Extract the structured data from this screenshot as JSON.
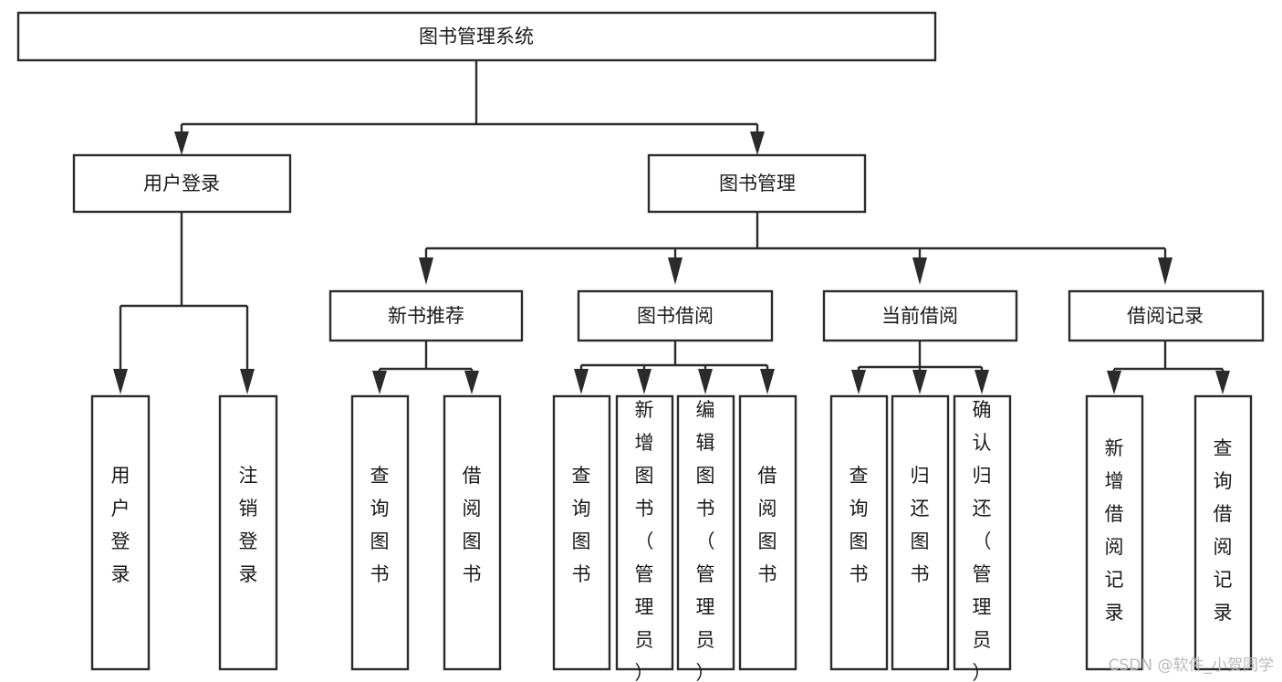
{
  "diagram": {
    "title": "图书管理系统",
    "type": "hierarchy-tree",
    "levels": 4,
    "root": {
      "id": "root",
      "label": "图书管理系统",
      "orientation": "horizontal"
    },
    "level2": [
      {
        "id": "user-login",
        "label": "用户登录",
        "orientation": "horizontal"
      },
      {
        "id": "book-manage",
        "label": "图书管理",
        "orientation": "horizontal"
      }
    ],
    "level3": [
      {
        "id": "new-book-rec",
        "label": "新书推荐",
        "orientation": "horizontal",
        "parent": "book-manage"
      },
      {
        "id": "book-borrow",
        "label": "图书借阅",
        "orientation": "horizontal",
        "parent": "book-manage"
      },
      {
        "id": "current-borrow",
        "label": "当前借阅",
        "orientation": "horizontal",
        "parent": "book-manage"
      },
      {
        "id": "borrow-record",
        "label": "借阅记录",
        "orientation": "horizontal",
        "parent": "book-manage"
      }
    ],
    "leaves": [
      {
        "id": "leaf-user-login",
        "label": "用户登录",
        "parent": "user-login",
        "orientation": "vertical"
      },
      {
        "id": "leaf-user-logout",
        "label": "注销登录",
        "parent": "user-login",
        "orientation": "vertical"
      },
      {
        "id": "leaf-rec-query",
        "label": "查询图书",
        "parent": "new-book-rec",
        "orientation": "vertical"
      },
      {
        "id": "leaf-rec-borrow",
        "label": "借阅图书",
        "parent": "new-book-rec",
        "orientation": "vertical"
      },
      {
        "id": "leaf-borrow-query",
        "label": "查询图书",
        "parent": "book-borrow",
        "orientation": "vertical"
      },
      {
        "id": "leaf-borrow-add",
        "label": "新增图书（管理员）",
        "parent": "book-borrow",
        "orientation": "vertical"
      },
      {
        "id": "leaf-borrow-edit",
        "label": "编辑图书（管理员）",
        "parent": "book-borrow",
        "orientation": "vertical"
      },
      {
        "id": "leaf-borrow-lend",
        "label": "借阅图书",
        "parent": "book-borrow",
        "orientation": "vertical"
      },
      {
        "id": "leaf-current-query",
        "label": "查询图书",
        "parent": "current-borrow",
        "orientation": "vertical"
      },
      {
        "id": "leaf-current-return",
        "label": "归还图书",
        "parent": "current-borrow",
        "orientation": "vertical"
      },
      {
        "id": "leaf-current-confirm",
        "label": "确认归还（管理员）",
        "parent": "current-borrow",
        "orientation": "vertical"
      },
      {
        "id": "leaf-record-add",
        "label": "新增借阅记录",
        "parent": "borrow-record",
        "orientation": "vertical"
      },
      {
        "id": "leaf-record-query",
        "label": "查询借阅记录",
        "parent": "borrow-record",
        "orientation": "vertical"
      }
    ],
    "colors": {
      "stroke": "#2b2b2b",
      "fill": "#ffffff",
      "text": "#1a1a1a",
      "watermark": "#b9b9b9",
      "background": "#ffffff"
    }
  },
  "watermark": {
    "text": "CSDN @软件_小贺同学"
  }
}
